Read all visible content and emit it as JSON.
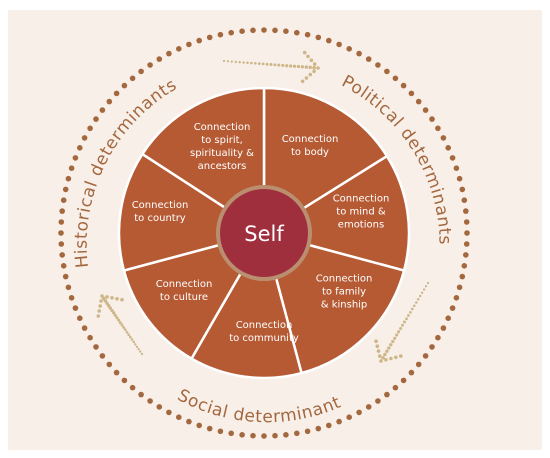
{
  "colors": {
    "background": "#f8efe9",
    "segment_fill": "#b65a34",
    "segment_stroke": "#ffffff",
    "center_fill": "#a02f3e",
    "center_ring": "#b98f70",
    "dot_color": "#a4683f",
    "arrow_color": "#cdb688",
    "determinant_text": "#a4683f"
  },
  "center": {
    "label": "Self"
  },
  "segments": [
    {
      "lines": [
        "Connection",
        "to body"
      ]
    },
    {
      "lines": [
        "Connection",
        "to mind &",
        "emotions"
      ]
    },
    {
      "lines": [
        "Connection",
        "to family",
        "& kinship"
      ]
    },
    {
      "lines": [
        "Connection",
        "to community"
      ]
    },
    {
      "lines": [
        "Connection",
        "to culture"
      ]
    },
    {
      "lines": [
        "Connection",
        "to country"
      ]
    },
    {
      "lines": [
        "Connection",
        "to spirit,",
        "spirituality &",
        "ancestors"
      ]
    }
  ],
  "determinants": {
    "historical": "Historical determinants",
    "political": "Political determinants",
    "social": "Social determinants"
  }
}
